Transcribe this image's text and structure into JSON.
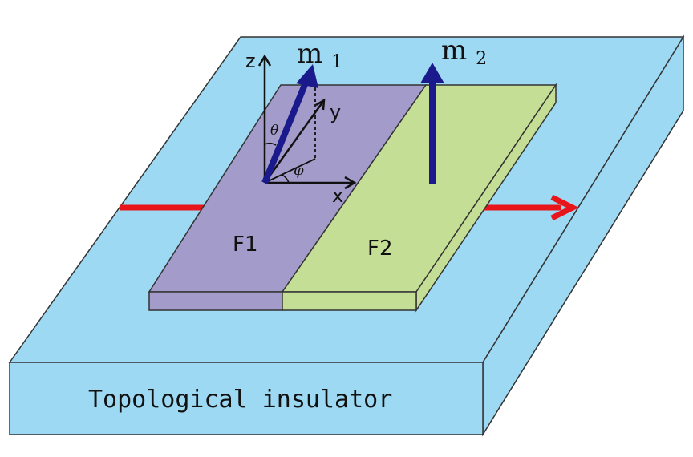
{
  "substrate": {
    "label": "Topological insulator",
    "top_color": "#9dd9f3",
    "front_color": "#9dd9f3",
    "side_color": "#9dd9f3"
  },
  "ferromagnets": [
    {
      "label": "F1",
      "top_color": "#a39ccb",
      "side_color": "#a39ccb"
    },
    {
      "label": "F2",
      "top_color": "#c5de96",
      "side_color": "#c5de96"
    }
  ],
  "current_arrow": {
    "color": "#e8151b"
  },
  "magnetization": {
    "color": "#1a1a8c",
    "m1": {
      "symbol": "m",
      "subscript": "1"
    },
    "m2": {
      "symbol": "m",
      "subscript": "2"
    }
  },
  "axes": {
    "x": "x",
    "y": "y",
    "z": "z",
    "theta": "θ",
    "phi": "φ",
    "color": "#111111"
  }
}
